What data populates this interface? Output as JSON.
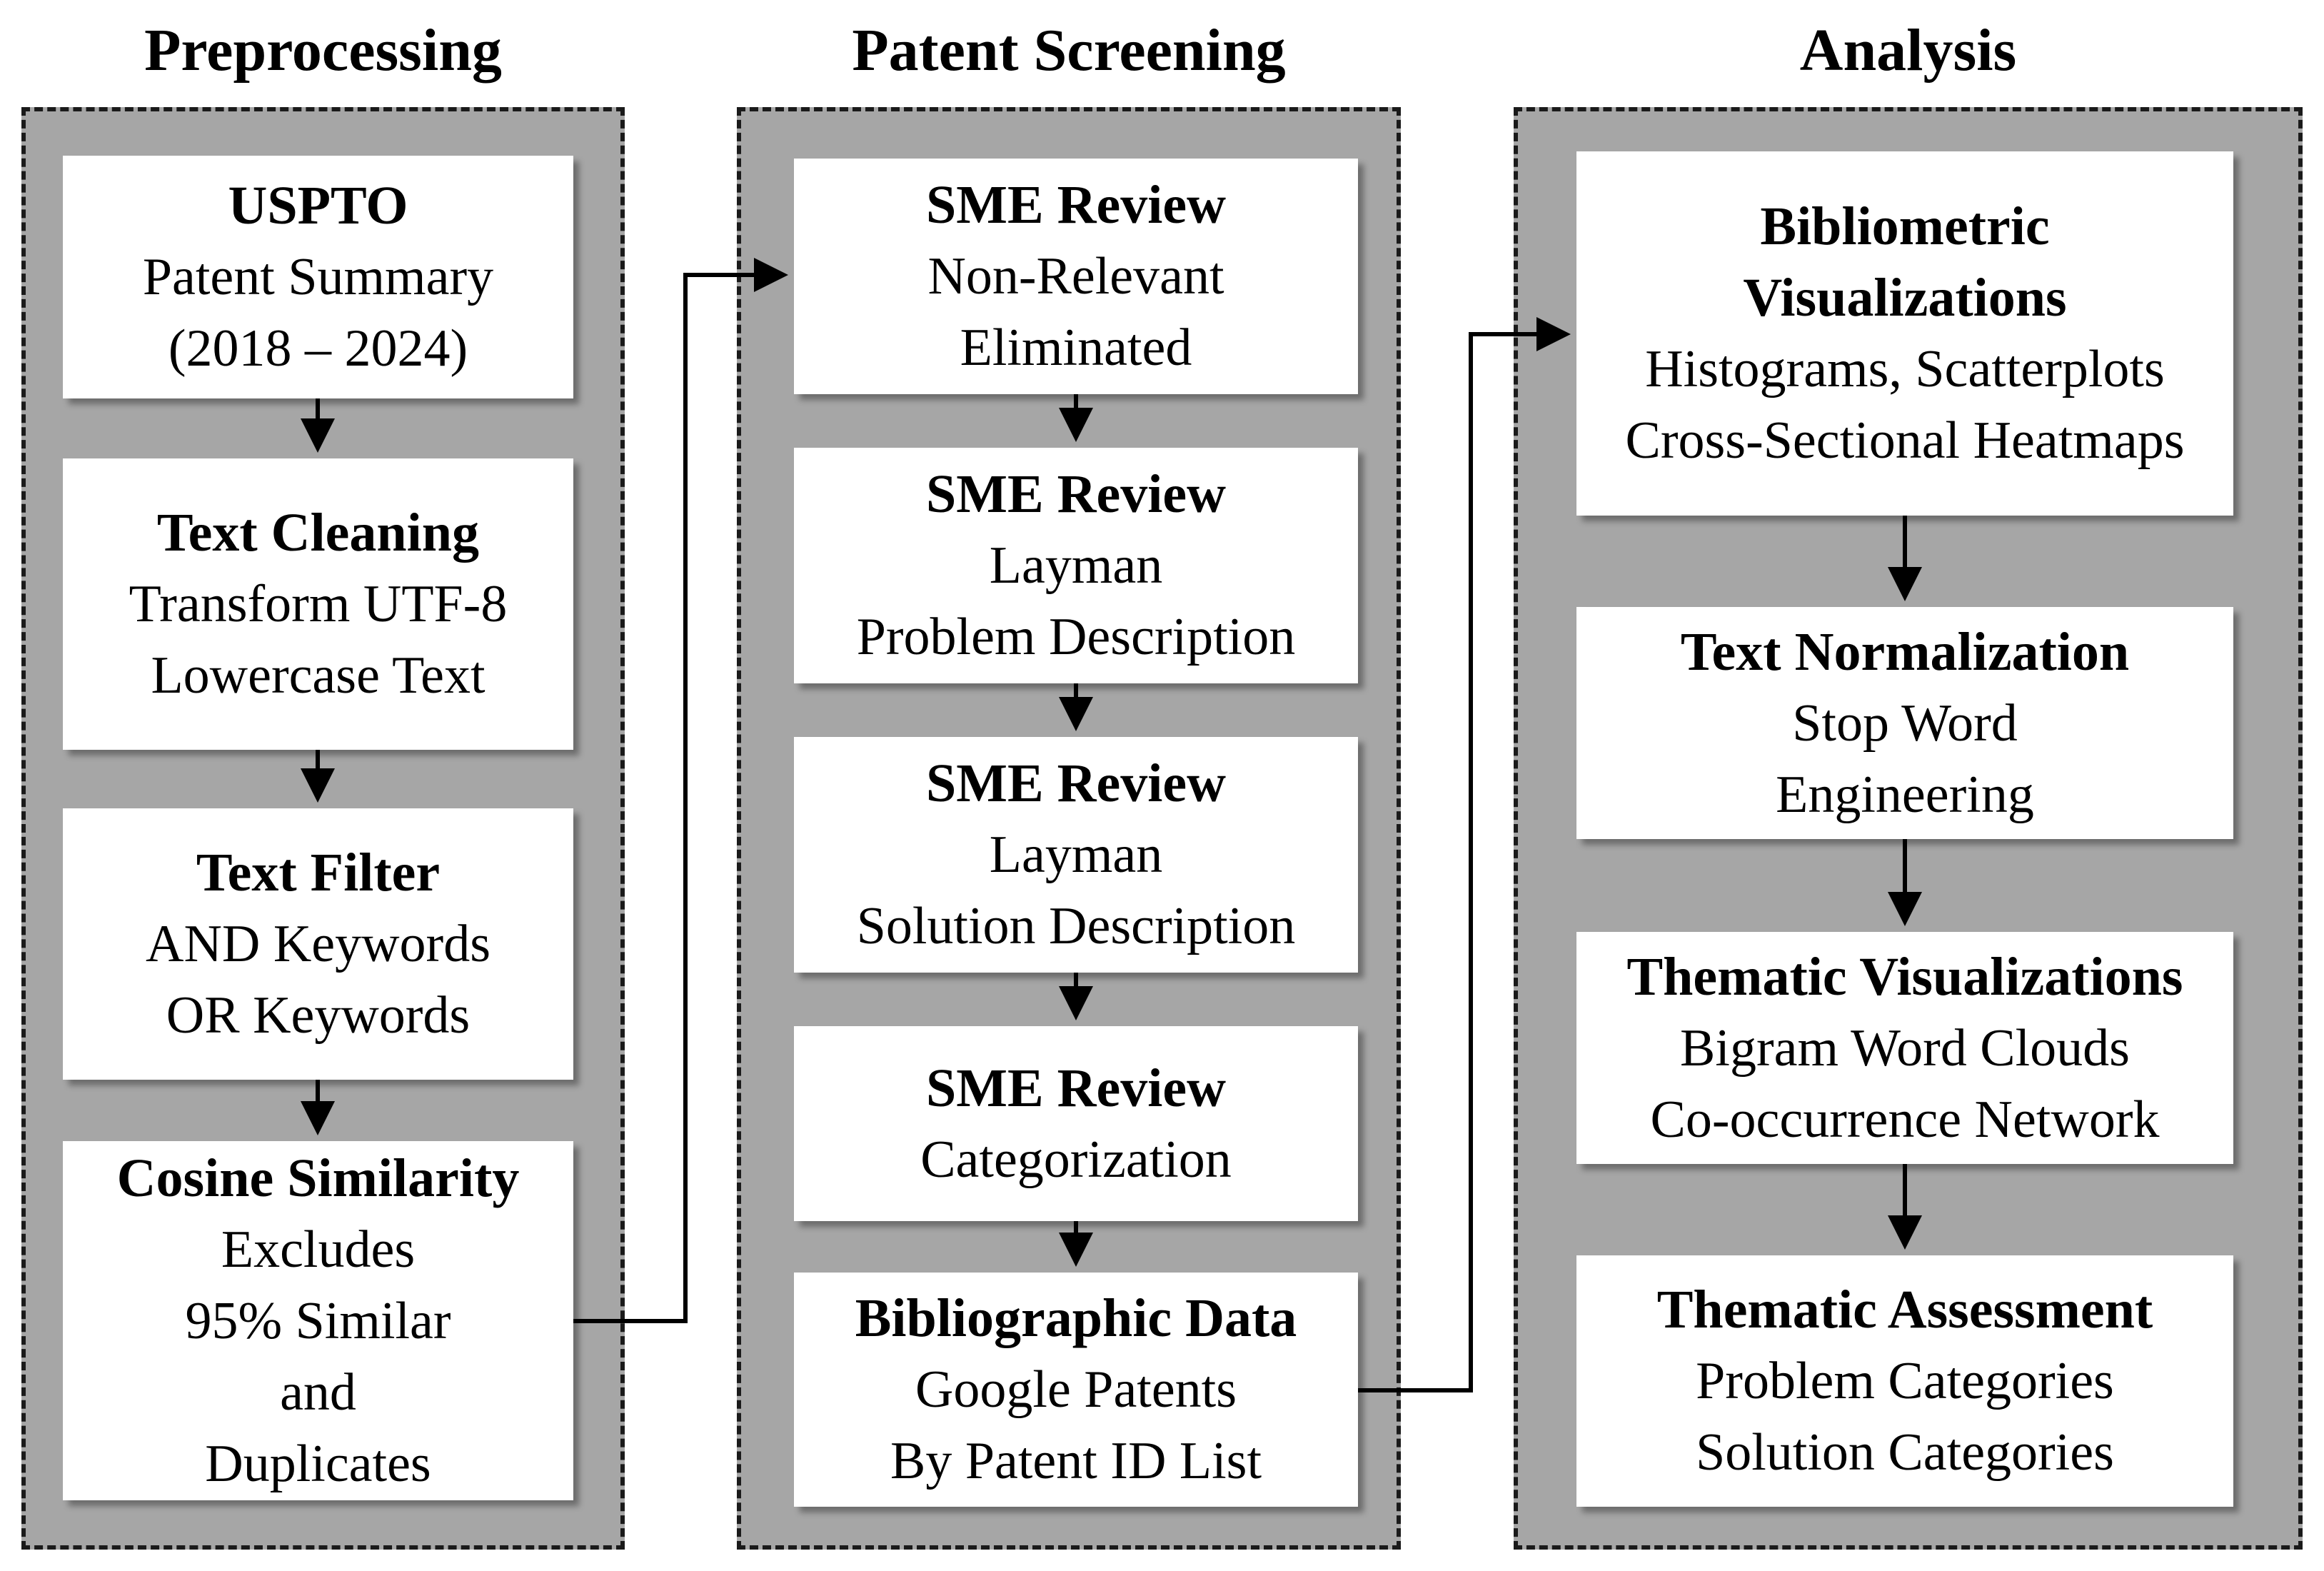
{
  "columns": [
    {
      "header": "Preprocessing",
      "boxes": [
        {
          "title": "USPTO",
          "lines": [
            "Patent Summary",
            "(2018 – 2024)"
          ]
        },
        {
          "title": "Text Cleaning",
          "lines": [
            "Transform UTF-8",
            "Lowercase Text"
          ]
        },
        {
          "title": "Text Filter",
          "lines": [
            "AND Keywords",
            "OR Keywords"
          ]
        },
        {
          "title": "Cosine Similarity",
          "lines": [
            "Excludes",
            "95% Similar",
            "and",
            "Duplicates"
          ]
        }
      ]
    },
    {
      "header": "Patent Screening",
      "boxes": [
        {
          "title": "SME Review",
          "lines": [
            "Non-Relevant",
            "Eliminated"
          ]
        },
        {
          "title": "SME Review",
          "lines": [
            "Layman",
            "Problem Description"
          ]
        },
        {
          "title": "SME Review",
          "lines": [
            "Layman",
            "Solution Description"
          ]
        },
        {
          "title": "SME Review",
          "lines": [
            "Categorization"
          ]
        },
        {
          "title": "Bibliographic Data",
          "lines": [
            "Google Patents",
            "By Patent ID List"
          ]
        }
      ]
    },
    {
      "header": "Analysis",
      "boxes": [
        {
          "title": "Bibliometric Visualizations",
          "lines": [
            "Histograms, Scatterplots",
            "Cross-Sectional Heatmaps"
          ]
        },
        {
          "title": "Text Normalization",
          "lines": [
            "Stop Word",
            "Engineering"
          ]
        },
        {
          "title": "Thematic Visualizations",
          "lines": [
            "Bigram Word Clouds",
            "Co-occurrence Network"
          ]
        },
        {
          "title": "Thematic Assessment",
          "lines": [
            "Problem Categories",
            "Solution Categories"
          ]
        }
      ]
    }
  ],
  "colors": {
    "panel_fill": "#a6a6a6",
    "panel_border": "#1a1a1a",
    "box_fill": "#ffffff",
    "text": "#000000",
    "arrow": "#000000"
  }
}
